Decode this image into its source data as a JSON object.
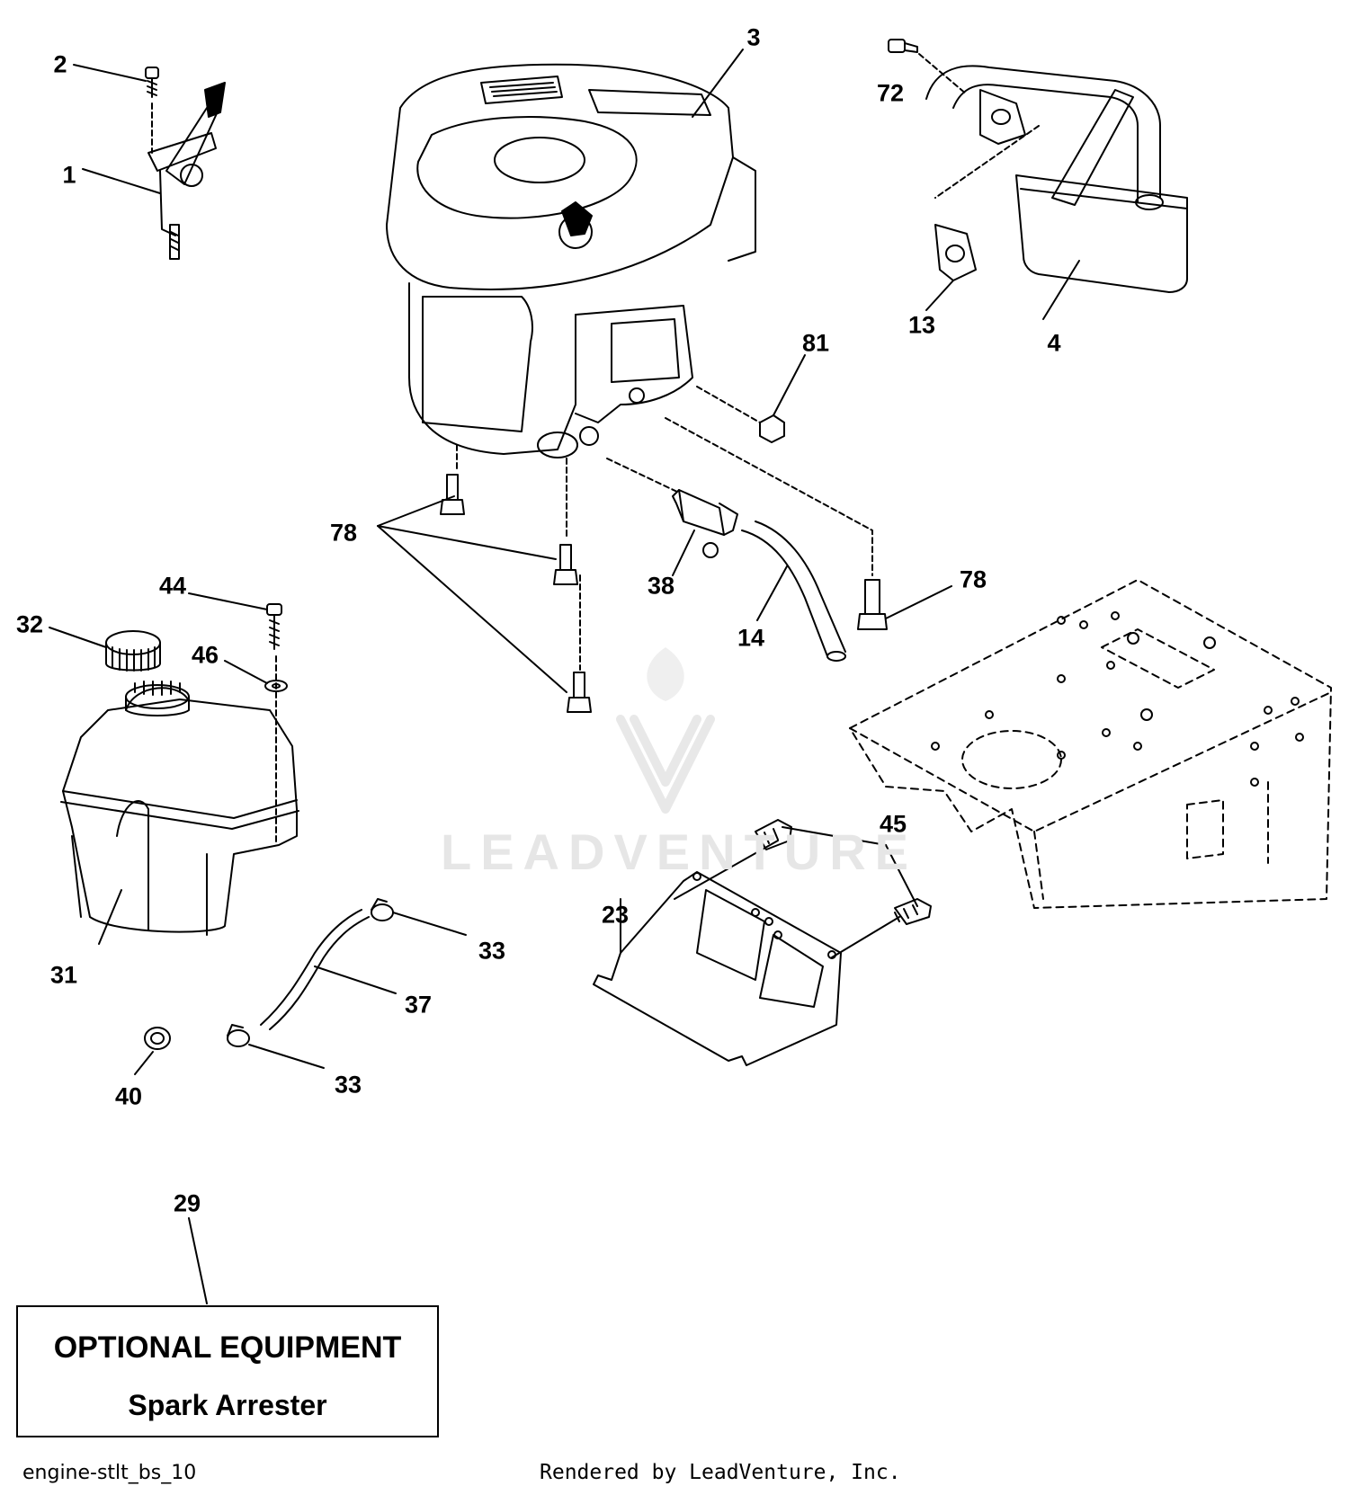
{
  "diagram": {
    "callouts": [
      {
        "id": "c-1",
        "label": "1"
      },
      {
        "id": "c-2",
        "label": "2"
      },
      {
        "id": "c-3",
        "label": "3"
      },
      {
        "id": "c-4",
        "label": "4"
      },
      {
        "id": "c-13",
        "label": "13"
      },
      {
        "id": "c-14",
        "label": "14"
      },
      {
        "id": "c-23",
        "label": "23"
      },
      {
        "id": "c-29",
        "label": "29"
      },
      {
        "id": "c-31",
        "label": "31"
      },
      {
        "id": "c-32",
        "label": "32"
      },
      {
        "id": "c-33a",
        "label": "33"
      },
      {
        "id": "c-33b",
        "label": "33"
      },
      {
        "id": "c-37",
        "label": "37"
      },
      {
        "id": "c-38",
        "label": "38"
      },
      {
        "id": "c-40",
        "label": "40"
      },
      {
        "id": "c-44",
        "label": "44"
      },
      {
        "id": "c-45",
        "label": "45"
      },
      {
        "id": "c-46",
        "label": "46"
      },
      {
        "id": "c-72",
        "label": "72"
      },
      {
        "id": "c-78a",
        "label": "78"
      },
      {
        "id": "c-78b",
        "label": "78"
      },
      {
        "id": "c-81",
        "label": "81"
      }
    ]
  },
  "optional_box": {
    "title": "OPTIONAL EQUIPMENT",
    "subtitle": "Spark Arrester"
  },
  "footer": {
    "diagram_id": "engine-stlt_bs_10",
    "credit": "Rendered by LeadVenture, Inc."
  },
  "watermark": {
    "text": "LEADVENTURE"
  }
}
